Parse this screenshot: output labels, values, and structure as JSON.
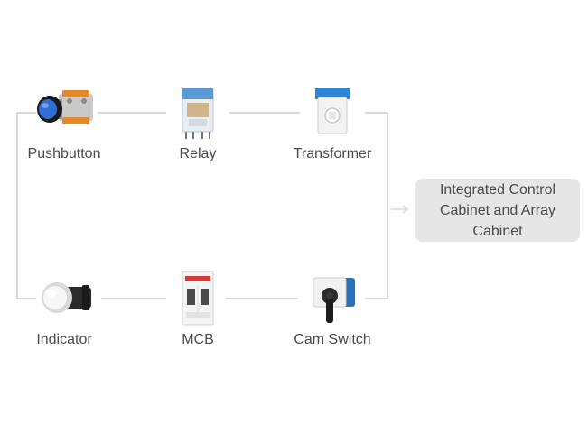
{
  "nodes": [
    {
      "id": "pushbutton",
      "label": "Pushbutton",
      "icon": "pushbutton-icon"
    },
    {
      "id": "relay",
      "label": "Relay",
      "icon": "relay-icon"
    },
    {
      "id": "transformer",
      "label": "Transformer",
      "icon": "transformer-icon"
    },
    {
      "id": "indicator",
      "label": "Indicator",
      "icon": "indicator-icon"
    },
    {
      "id": "mcb",
      "label": "MCB",
      "icon": "mcb-icon"
    },
    {
      "id": "cam_switch",
      "label": "Cam Switch",
      "icon": "cam-switch-icon"
    }
  ],
  "target": {
    "label": "Integrated Control Cabinet and Array Cabinet"
  },
  "colors": {
    "wire": "#d9d9d9",
    "target_bg": "#e6e6e6",
    "text": "#4a4a4a",
    "accent_blue": "#2f6fd6"
  }
}
